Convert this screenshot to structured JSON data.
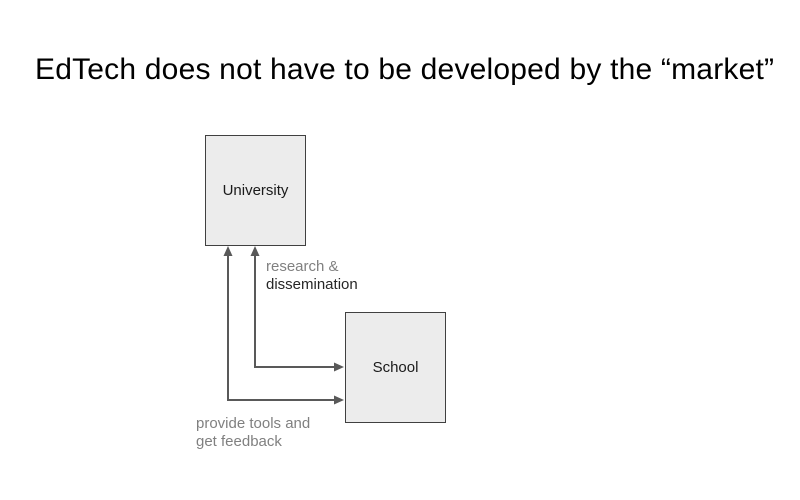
{
  "slide": {
    "title": "EdTech does not have to be developed by the “market”"
  },
  "diagram": {
    "nodes": {
      "university": {
        "label": "University"
      },
      "school": {
        "label": "School"
      }
    },
    "connectors": {
      "research": {
        "label_line1": "research &",
        "label_line2": "dissemination",
        "endpoints": "University ↔ School"
      },
      "tools": {
        "label_line1": "provide tools and",
        "label_line2": "get feedback",
        "endpoints": "University ↔ School"
      }
    },
    "colors": {
      "node_fill": "#ececec",
      "node_border": "#404040",
      "connector": "#595959",
      "label_gray": "#808080",
      "label_dark": "#262626",
      "title": "#000000",
      "background": "#ffffff"
    }
  }
}
